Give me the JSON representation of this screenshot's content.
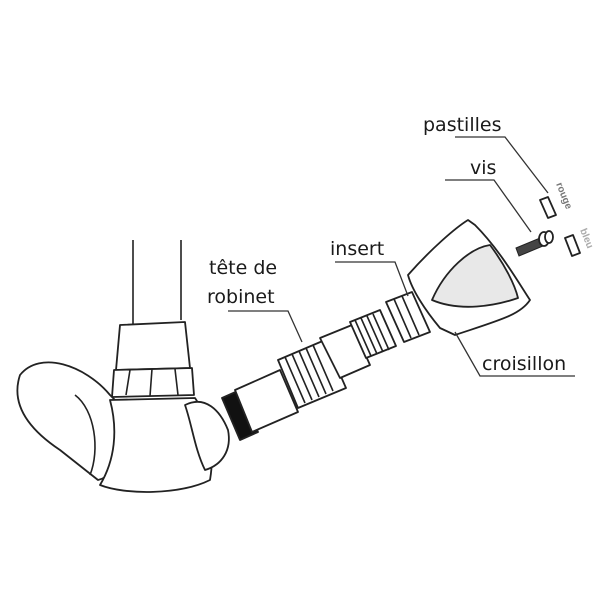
{
  "labels": {
    "pastilles": "pastilles",
    "vis": "vis",
    "rouge": "rouge",
    "bleu": "bleu",
    "insert": "insert",
    "tete_line1": "tête de",
    "tete_line2": "robinet",
    "croisillon": "croisillon"
  },
  "colors": {
    "rouge": "#777777",
    "bleu": "#aaaaaa",
    "line": "#222222"
  }
}
